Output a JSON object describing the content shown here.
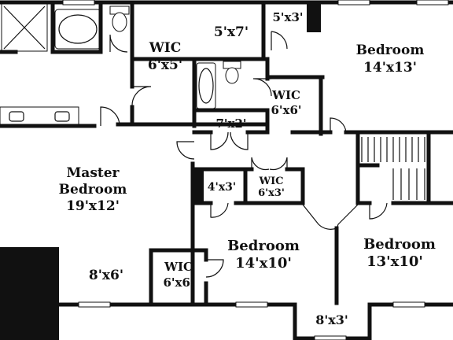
{
  "rooms": [
    {
      "name": "WIC",
      "size": "6'x5'"
    },
    {
      "name": "",
      "size": "5'x7'"
    },
    {
      "name": "",
      "size": "5'x3'"
    },
    {
      "name": "Bedroom",
      "size": "14'x13'"
    },
    {
      "name": "WIC",
      "size": "6'x6'"
    },
    {
      "name": "",
      "size": "7'x2'"
    },
    {
      "name": "Master Bedroom",
      "name_line1": "Master",
      "name_line2": "Bedroom",
      "size": "19'x12'"
    },
    {
      "name": "",
      "size": "4'x3'"
    },
    {
      "name": "WIC",
      "size": "6'x3'"
    },
    {
      "name": "Bedroom",
      "size": "14'x10'"
    },
    {
      "name": "Bedroom",
      "size": "13'x10'"
    },
    {
      "name": "WIC",
      "size": "6'x6'"
    },
    {
      "name": "",
      "size": "8'x6'"
    },
    {
      "name": "",
      "size": "8'x3'"
    }
  ]
}
